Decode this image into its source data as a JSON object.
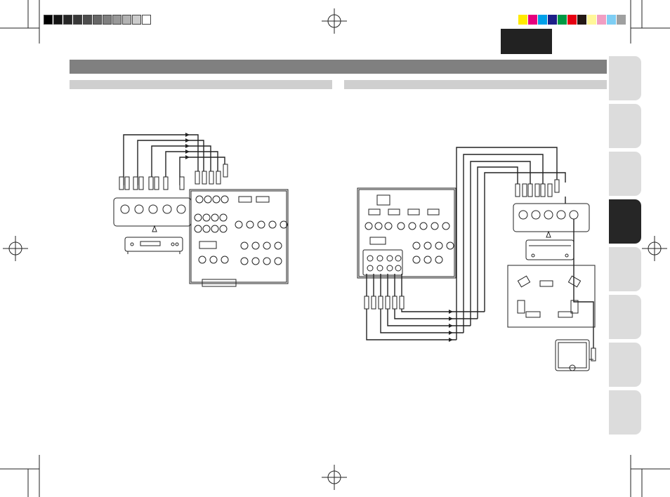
{
  "colors": {
    "grayscale_bar": [
      "#000000",
      "#141414",
      "#262626",
      "#383838",
      "#4d4d4d",
      "#666666",
      "#7f7f7f",
      "#999999",
      "#b3b3b3",
      "#cccccc",
      "#ffffff"
    ],
    "color_bar": [
      "#ffea00",
      "#e6007e",
      "#00a0e9",
      "#1d2088",
      "#009944",
      "#e60012",
      "#231815",
      "#fff799",
      "#f19ec2",
      "#7ecef4",
      "#9fa0a0"
    ],
    "title_bar": "#808080",
    "sub_bar": "#cfcfcf",
    "tab_inactive": "#dcdcdc",
    "tab_active": "#262626"
  },
  "header": {
    "language_tab_label": ""
  },
  "side_tabs": {
    "count": 8,
    "active_index": 3
  },
  "diagram_left": {
    "icon": "dvd-player-to-receiver-connection-diagram"
  },
  "diagram_right": {
    "icon": "receiver-to-amplifier-and-tv-connection-diagram"
  }
}
